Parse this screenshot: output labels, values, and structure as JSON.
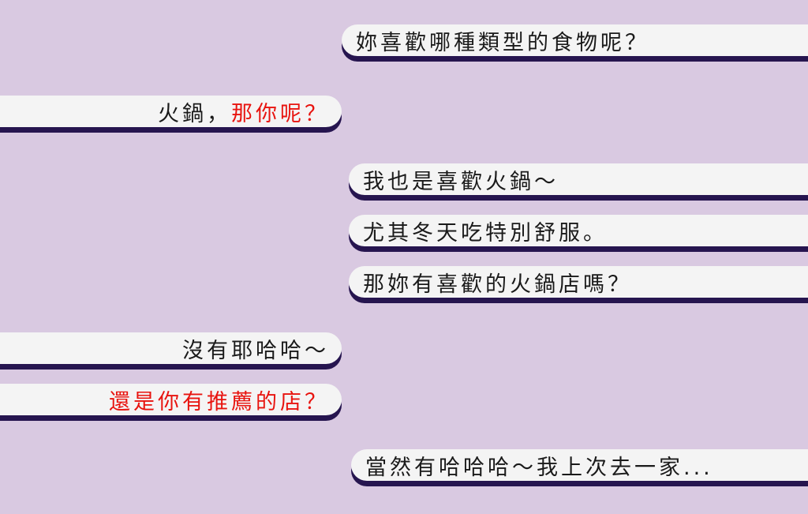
{
  "chat": {
    "colors": {
      "background": "#d9c9e1",
      "bubble": "#f4f4f4",
      "bubble_shadow": "#26154f",
      "text": "#1a1a1a",
      "highlight": "#e8140f"
    },
    "messages": [
      {
        "side": "right",
        "text": "妳喜歡哪種類型的食物呢？"
      },
      {
        "side": "left",
        "text_plain": "火鍋，",
        "text_highlight": "那你呢？"
      },
      {
        "side": "right",
        "text": "我也是喜歡火鍋～"
      },
      {
        "side": "right",
        "text": "尤其冬天吃特別舒服。"
      },
      {
        "side": "right",
        "text": "那妳有喜歡的火鍋店嗎？"
      },
      {
        "side": "left",
        "text": "沒有耶哈哈～"
      },
      {
        "side": "left",
        "text_highlight": "還是你有推薦的店？"
      },
      {
        "side": "right",
        "text": "當然有哈哈哈～我上次去一家..."
      }
    ]
  }
}
